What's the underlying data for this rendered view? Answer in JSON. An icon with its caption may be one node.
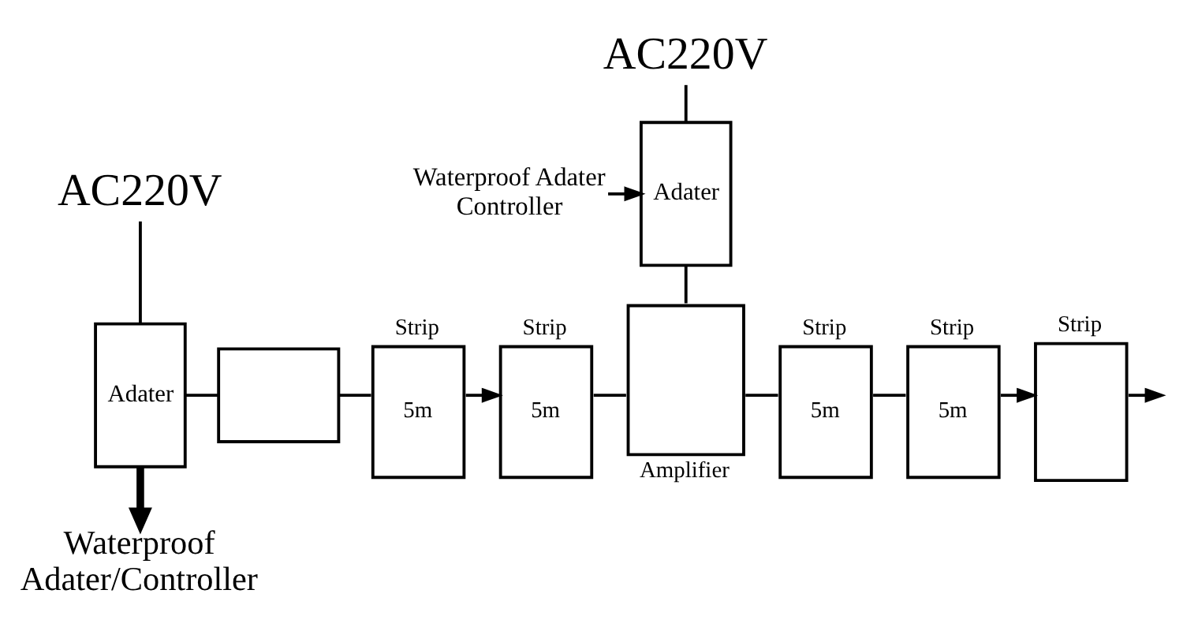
{
  "diagram": {
    "nodes": [
      {
        "text": [
          "AC220V"
        ]
      },
      {
        "text": [
          "Adater"
        ]
      },
      {
        "text": [
          "Waterproof Adater/Controller"
        ]
      },
      {
        "text": [],
        "shape": "box"
      },
      {
        "text": [
          "Strip",
          "5m"
        ]
      },
      {
        "text": [
          "Strip",
          "5m"
        ]
      },
      {
        "text": [
          "AC220V"
        ]
      },
      {
        "text": [
          "Waterproof Adater Controller"
        ]
      },
      {
        "text": [
          "Adater"
        ]
      },
      {
        "text": [
          "Amplifier"
        ]
      },
      {
        "text": [
          "Strip",
          "5m"
        ]
      },
      {
        "text": [
          "Strip",
          "5m"
        ]
      },
      {
        "text": [
          "Strip"
        ]
      }
    ],
    "edges": [
      {
        "from": 0,
        "to": 1,
        "arrow": "none"
      },
      {
        "from": 1,
        "to": 2,
        "arrow": "to",
        "style": "thick"
      },
      {
        "from": 1,
        "to": 3,
        "arrow": "none"
      },
      {
        "from": 3,
        "to": 4,
        "arrow": "none"
      },
      {
        "from": 4,
        "to": 5,
        "arrow": "to"
      },
      {
        "from": 5,
        "to": 9,
        "arrow": "none"
      },
      {
        "from": 6,
        "to": 8,
        "arrow": "none"
      },
      {
        "from": 7,
        "to": 8,
        "arrow": "to"
      },
      {
        "from": 8,
        "to": 9,
        "arrow": "none"
      },
      {
        "from": 9,
        "to": 10,
        "arrow": "none"
      },
      {
        "from": 10,
        "to": 11,
        "arrow": "none"
      },
      {
        "from": 11,
        "to": 12,
        "arrow": "to"
      },
      {
        "from": 12,
        "to": null,
        "arrow": "to"
      }
    ]
  }
}
